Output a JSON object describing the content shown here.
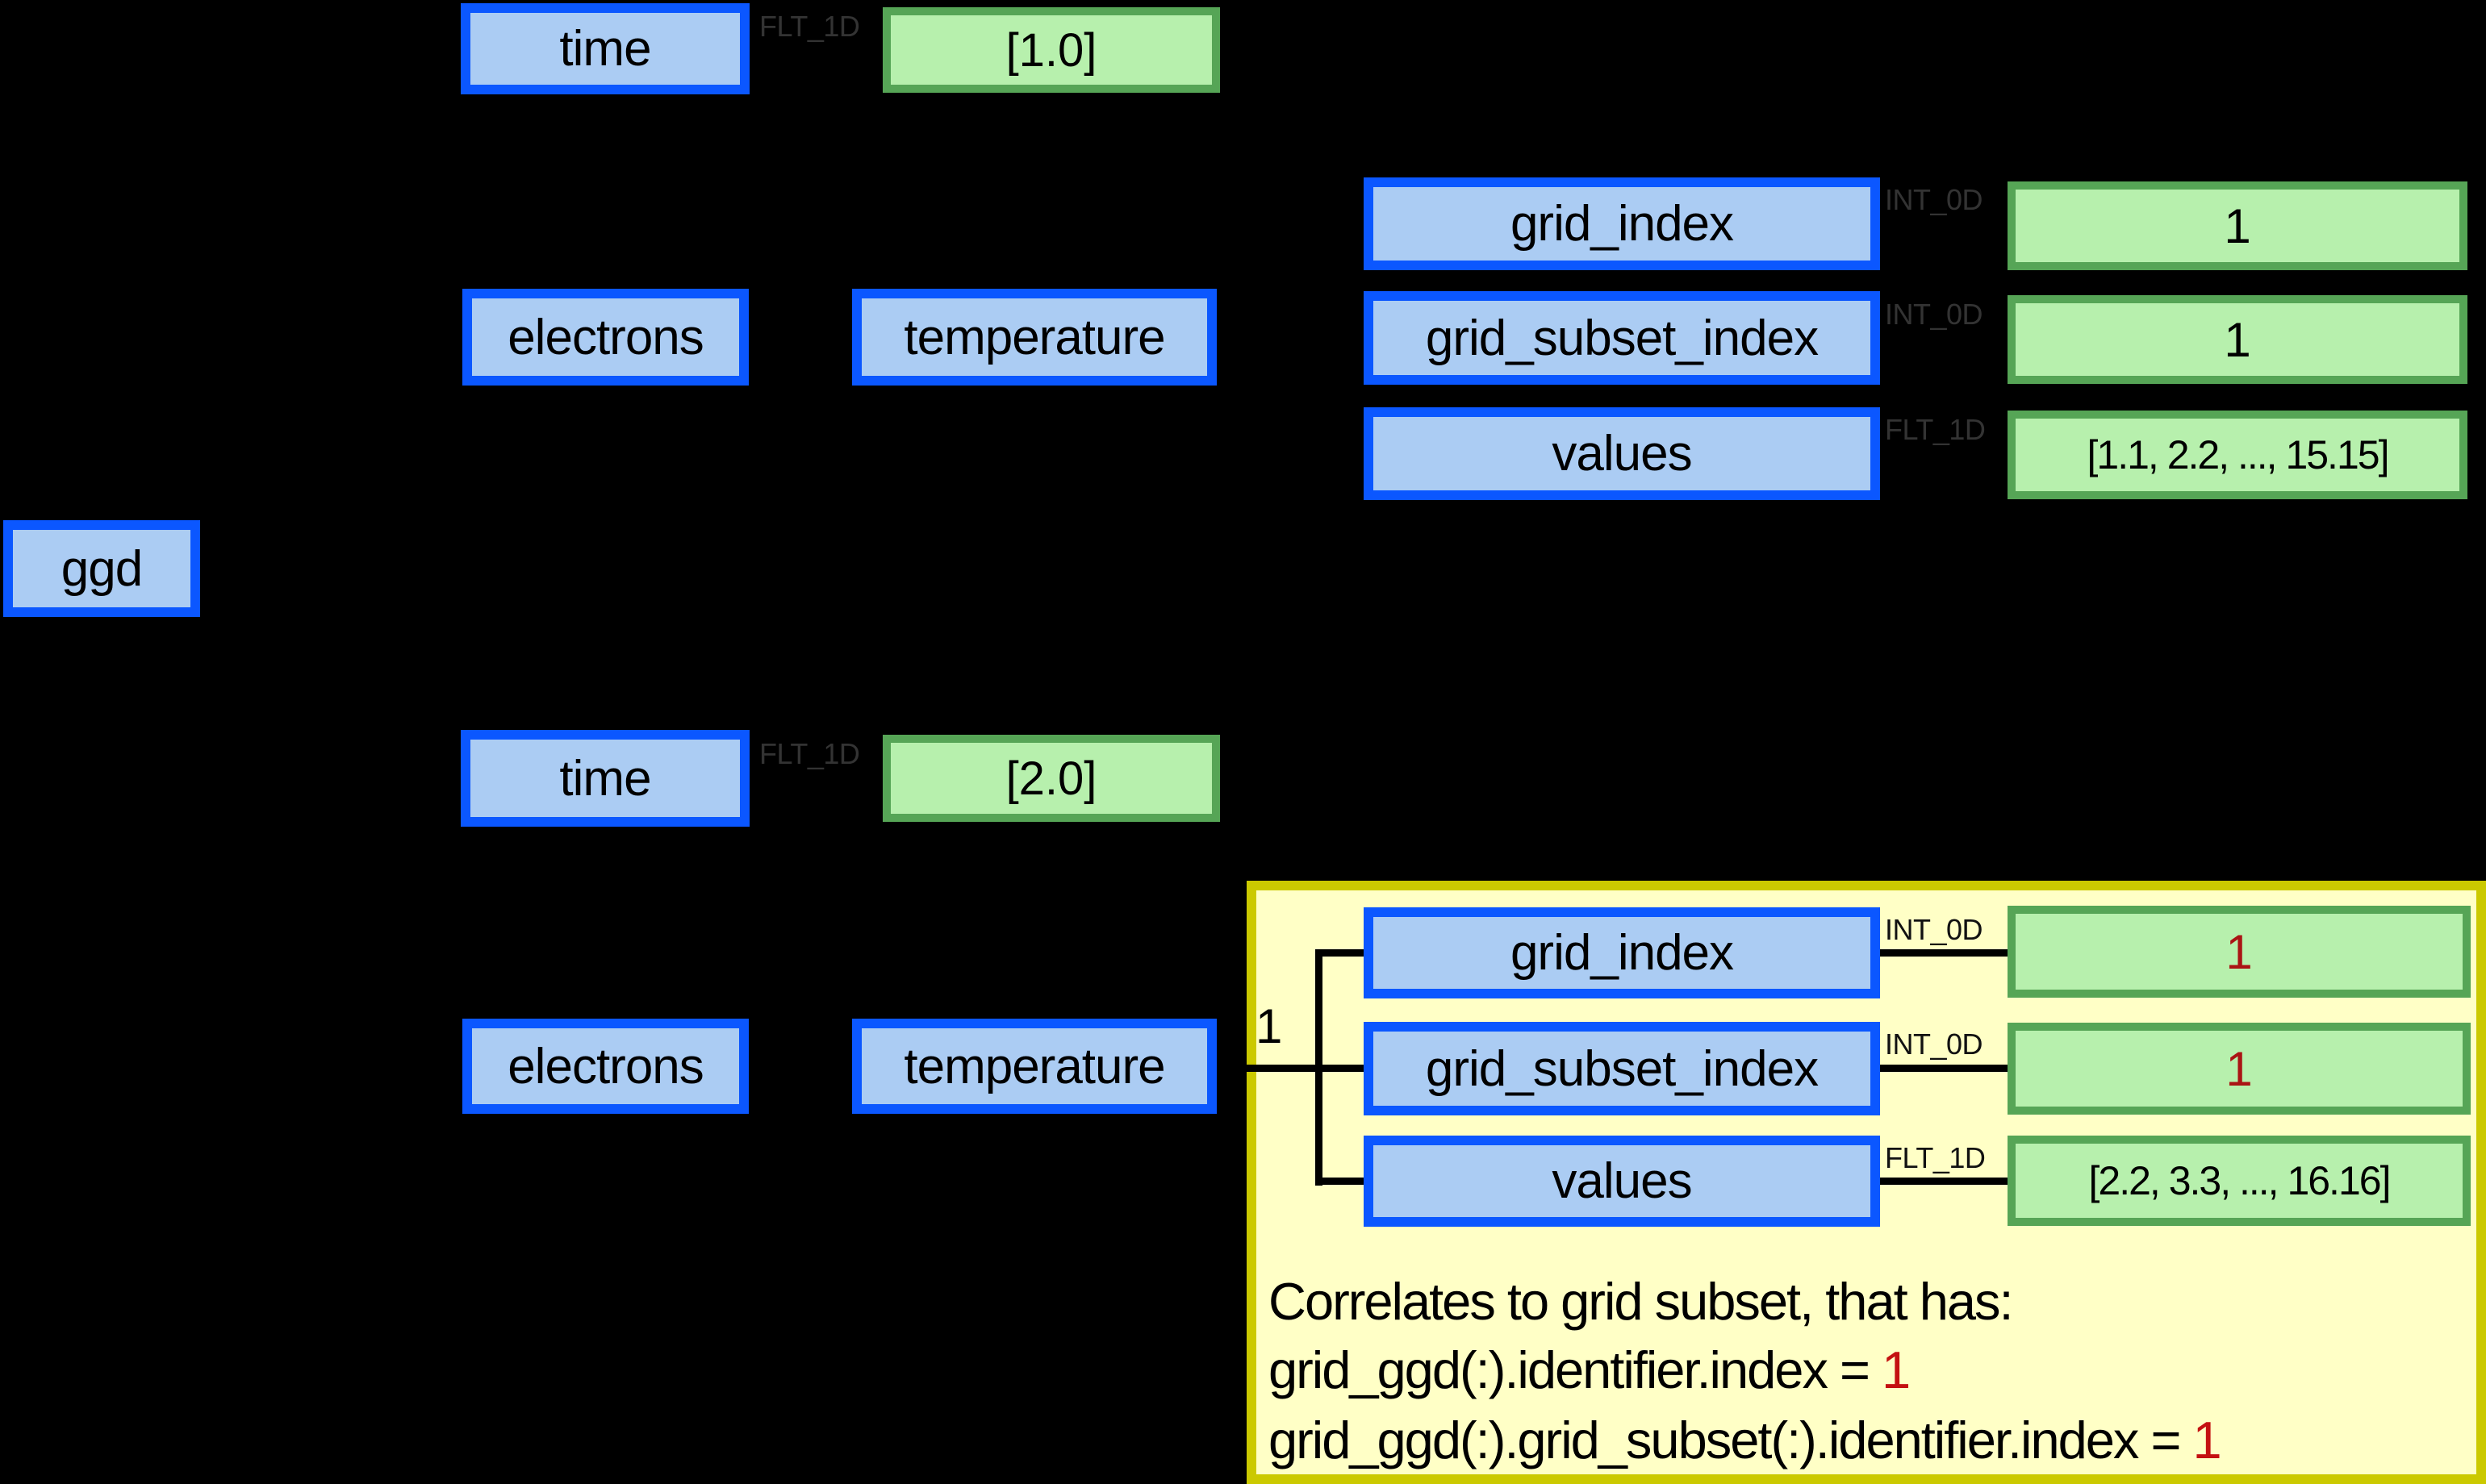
{
  "root": {
    "label": "ggd"
  },
  "colors": {
    "background": "#000000",
    "node-fill": "#abccf3",
    "node-border": "#0b57ff",
    "leaf-fill": "#b7f0ad",
    "leaf-border": "#56a556",
    "highlight-fill": "#ffffc6",
    "highlight-border": "#cbc900",
    "type-label": "#333333",
    "type-label-dark": "#111111",
    "red-value": "#aa1414",
    "red-note": "#c41111",
    "connector": "#000000",
    "text": "#000000"
  },
  "time_slices": [
    {
      "time": {
        "label": "time",
        "type": "FLT_1D",
        "value": "[1.0]"
      },
      "electrons": {
        "label": "electrons"
      },
      "temperature": {
        "label": "temperature"
      },
      "fields": [
        {
          "label": "grid_index",
          "type": "INT_0D",
          "value": "1"
        },
        {
          "label": "grid_subset_index",
          "type": "INT_0D",
          "value": "1"
        },
        {
          "label": "values",
          "type": "FLT_1D",
          "value": "[1.1, 2.2, ..., 15.15]"
        }
      ]
    },
    {
      "time": {
        "label": "time",
        "type": "FLT_1D",
        "value": "[2.0]"
      },
      "electrons": {
        "label": "electrons"
      },
      "temperature": {
        "label": "temperature"
      },
      "multiplicity": "1",
      "fields": [
        {
          "label": "grid_index",
          "type": "INT_0D",
          "value": "1"
        },
        {
          "label": "grid_subset_index",
          "type": "INT_0D",
          "value": "1"
        },
        {
          "label": "values",
          "type": "FLT_1D",
          "value": "[2.2, 3.3, ..., 16.16]"
        }
      ]
    }
  ],
  "highlight_note": {
    "lines": [
      {
        "prefix": "Correlates to grid subset, that has:",
        "value": ""
      },
      {
        "prefix": "grid_ggd(:).identifier.index = ",
        "value": "1"
      },
      {
        "prefix": "grid_ggd(:).grid_subset(:).identifier.index = ",
        "value": "1"
      }
    ]
  }
}
